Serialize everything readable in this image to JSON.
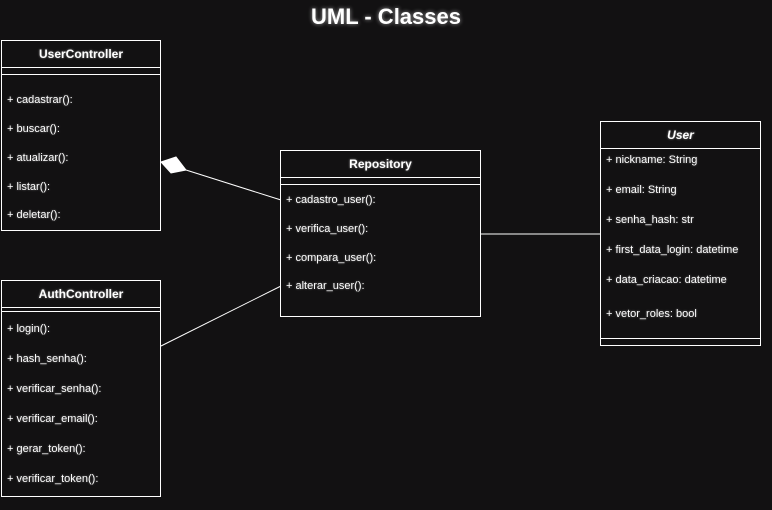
{
  "title": "UML - Classes",
  "classes": {
    "user_controller": {
      "name": "UserController",
      "methods": [
        "+ cadastrar():",
        "+ buscar():",
        "+ atualizar():",
        "+ listar():",
        "+ deletar():"
      ]
    },
    "auth_controller": {
      "name": "AuthController",
      "methods": [
        "+ login():",
        "+ hash_senha():",
        "+ verificar_senha():",
        "+ verificar_email():",
        "+ gerar_token():",
        "+ verificar_token():"
      ]
    },
    "repository": {
      "name": "Repository",
      "methods": [
        "+ cadastro_user():",
        "+ verifica_user():",
        "+ compara_user():",
        "+ alterar_user():"
      ]
    },
    "user": {
      "name": "User",
      "attributes": [
        "+ nickname: String",
        "+ email: String",
        "+ senha_hash: str",
        "+ first_data_login: datetime",
        "+ data_criacao: datetime",
        "+ vetor_roles: bool"
      ]
    }
  }
}
